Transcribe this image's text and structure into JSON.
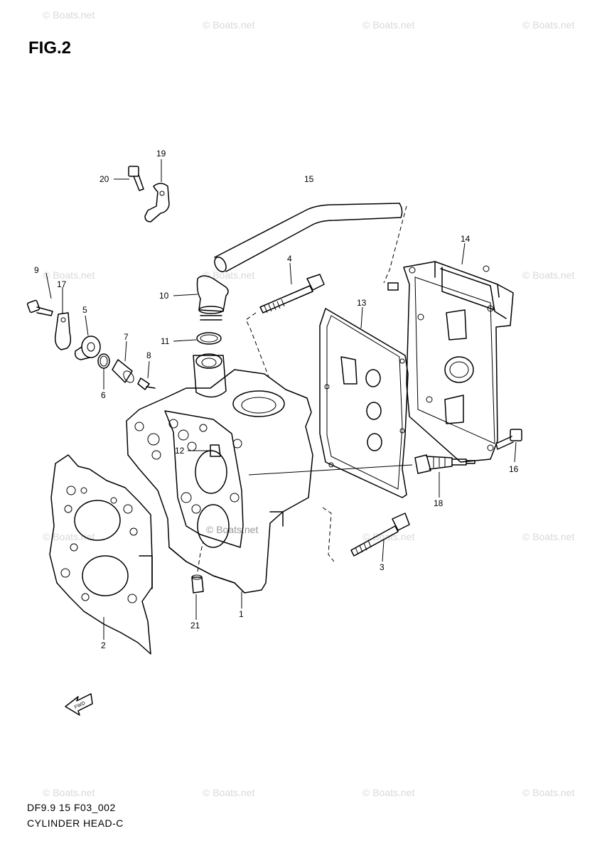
{
  "figure": {
    "title": "FIG.2",
    "drawing_code": "DF9.9 15 F03_002",
    "drawing_name": "CYLINDER HEAD-C"
  },
  "watermark": {
    "text": "© Boats.net"
  },
  "callouts": [
    {
      "id": "1",
      "label": "1",
      "part": "cylinder-head"
    },
    {
      "id": "2",
      "label": "2",
      "part": "head-gasket"
    },
    {
      "id": "3",
      "label": "3",
      "part": "long-bolt-lower"
    },
    {
      "id": "4",
      "label": "4",
      "part": "long-bolt-upper"
    },
    {
      "id": "5",
      "label": "5",
      "part": "bushing"
    },
    {
      "id": "6",
      "label": "6",
      "part": "o-ring-small"
    },
    {
      "id": "7",
      "label": "7",
      "part": "sleeve"
    },
    {
      "id": "8",
      "label": "8",
      "part": "screw"
    },
    {
      "id": "9",
      "label": "9",
      "part": "bolt-left"
    },
    {
      "id": "10",
      "label": "10",
      "part": "elbow-fitting"
    },
    {
      "id": "11",
      "label": "11",
      "part": "o-ring"
    },
    {
      "id": "12",
      "label": "12",
      "part": "dowel-pin"
    },
    {
      "id": "13",
      "label": "13",
      "part": "cover-gasket"
    },
    {
      "id": "14",
      "label": "14",
      "part": "cylinder-head-cover"
    },
    {
      "id": "15",
      "label": "15",
      "part": "hose"
    },
    {
      "id": "16",
      "label": "16",
      "part": "cover-bolt"
    },
    {
      "id": "17",
      "label": "17",
      "part": "bracket-left"
    },
    {
      "id": "18",
      "label": "18",
      "part": "spark-plug"
    },
    {
      "id": "19",
      "label": "19",
      "part": "bracket-top"
    },
    {
      "id": "20",
      "label": "20",
      "part": "bolt-top"
    },
    {
      "id": "21",
      "label": "21",
      "part": "stud"
    }
  ],
  "front_arrow": {
    "label": "FWD"
  }
}
